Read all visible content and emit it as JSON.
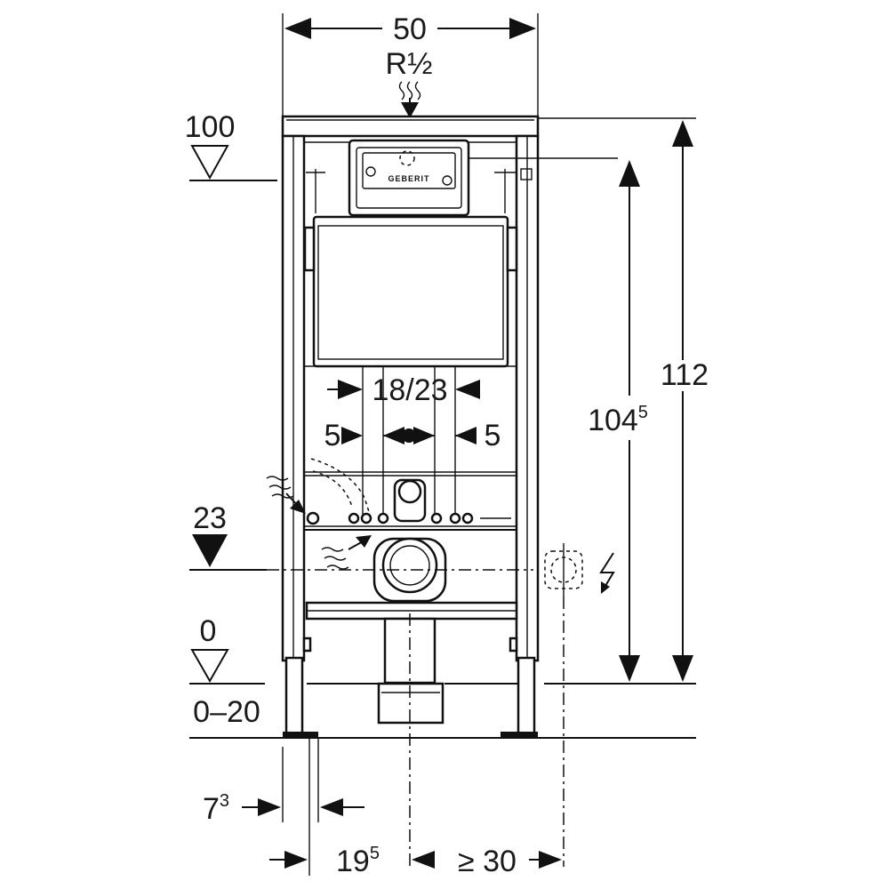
{
  "dimensions": {
    "width_top": "50",
    "connection": "R½",
    "level_100": "100",
    "level_23": "23",
    "level_0": "0",
    "floor_range": "0–20",
    "height_112": "112",
    "height_104_main": "104",
    "height_104_sup": "5",
    "spacing_18_23": "18/23",
    "spacing_5_left": "5",
    "spacing_5_right": "5",
    "foot_7_main": "7",
    "foot_7_sup": "3",
    "foot_19_main": "19",
    "foot_19_sup": "5",
    "min_30": "≥ 30"
  },
  "logo_text": "GEBERIT"
}
